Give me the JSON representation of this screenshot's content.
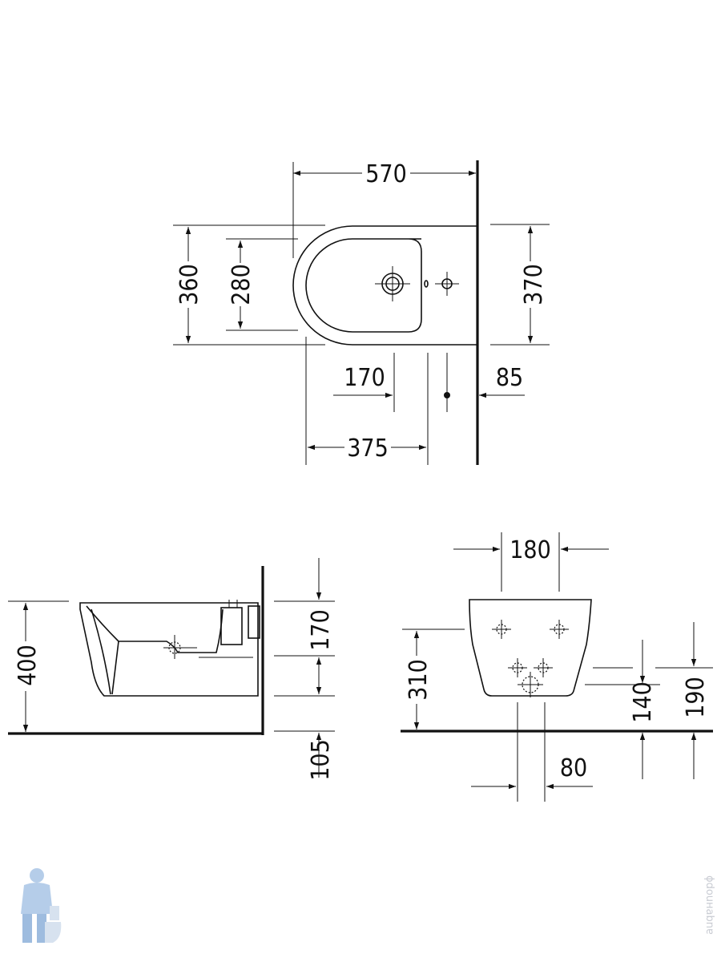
{
  "top_view": {
    "width": "570",
    "depth_outer": "360",
    "depth_inner": "280",
    "wall_height": "370",
    "tap_offset": "170",
    "wall_offset": "85",
    "bowl_depth": "375"
  },
  "side_view": {
    "height": "400",
    "upper": "170",
    "lower": "105"
  },
  "front_view": {
    "bolt_spacing": "180",
    "bolt_height": "310",
    "supply_height": "140",
    "drain_height": "190",
    "pipe_spacing": "80"
  },
  "watermark": {
    "text": "ϕdouнabnɐ",
    "logo": "plumber-mascot-logo"
  }
}
